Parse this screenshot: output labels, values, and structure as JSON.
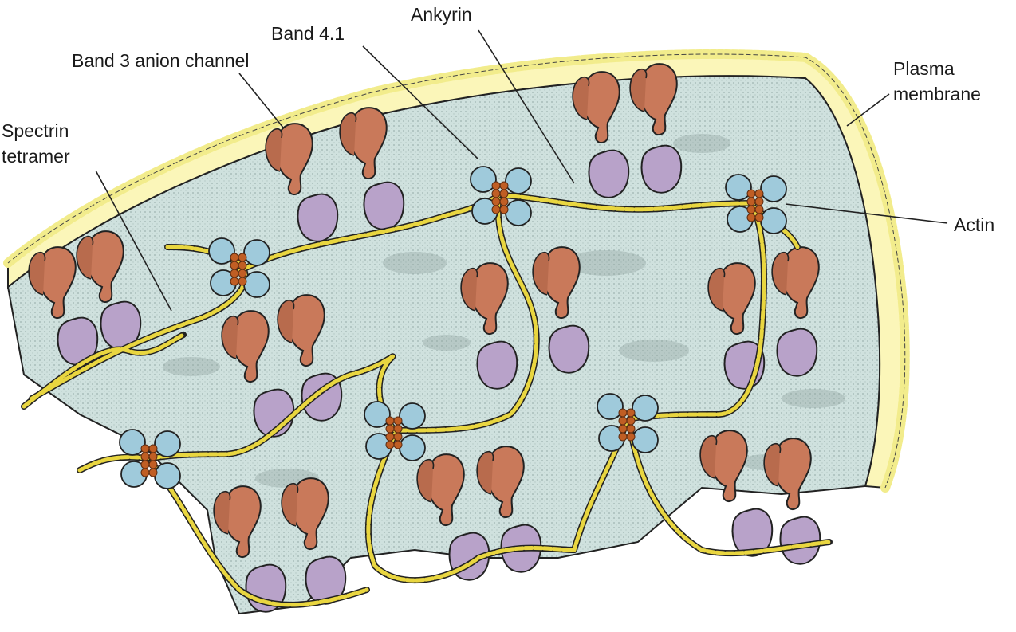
{
  "labels": {
    "band3": "Band 3 anion channel",
    "band41": "Band 4.1",
    "ankyrin": "Ankyrin",
    "plasma_line1": "Plasma",
    "plasma_line2": "membrane",
    "spectrin_line1": "Spectrin",
    "spectrin_line2": "tetramer",
    "actin": "Actin"
  },
  "colors": {
    "membrane_fill": "#fbf6b9",
    "lipid_head": "#f2ec8c",
    "cytoplasm": "#cfe1de",
    "band3_protein": "#c9795a",
    "ankyrin_protein": "#b8a2c9",
    "band41_sphere": "#9fcadb",
    "actin_bead": "#c05e24",
    "spectrin_strand": "#e9d640",
    "outline": "#222222"
  }
}
